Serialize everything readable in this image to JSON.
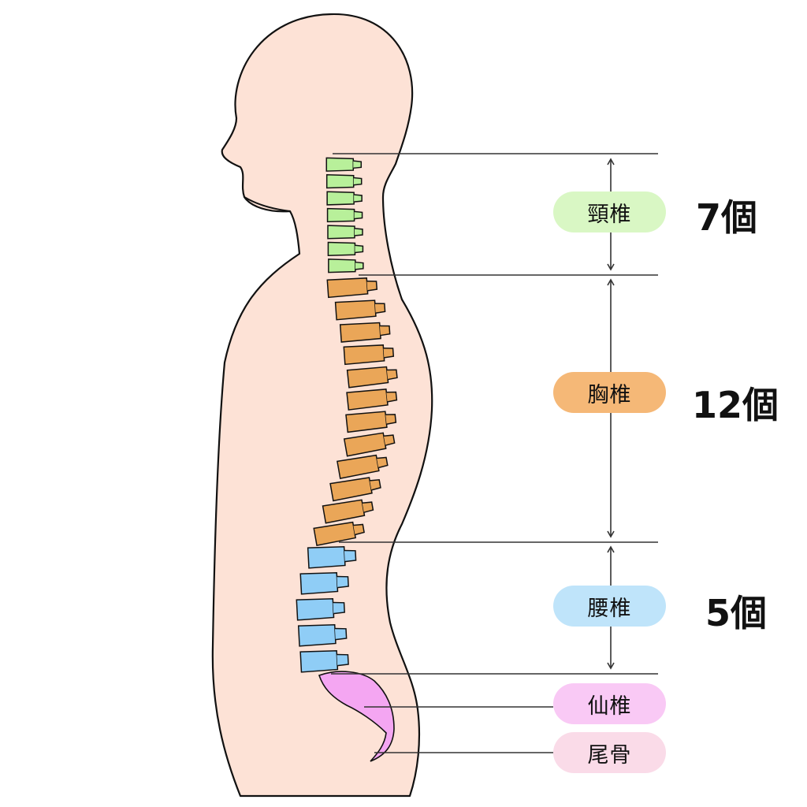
{
  "regions": [
    {
      "id": "cervical",
      "label": "頸椎",
      "count_label": "7個",
      "count": 7,
      "color": "#b8f09a",
      "pill_color": "#d9f7c4"
    },
    {
      "id": "thoracic",
      "label": "胸椎",
      "count_label": "12個",
      "count": 12,
      "color": "#eaa658",
      "pill_color": "#f5b877"
    },
    {
      "id": "lumbar",
      "label": "腰椎",
      "count_label": "5個",
      "count": 5,
      "color": "#8fcdf6",
      "pill_color": "#bfe4fa"
    },
    {
      "id": "sacrum",
      "label": "仙椎",
      "color": "#f4a6f2",
      "pill_color": "#f9c9f5"
    },
    {
      "id": "coccyx",
      "label": "尾骨",
      "color": "#f4a6f2",
      "pill_color": "#fadbe8"
    }
  ],
  "colors": {
    "skin": "#fde2d6",
    "outline": "#111111",
    "line": "#333333"
  }
}
